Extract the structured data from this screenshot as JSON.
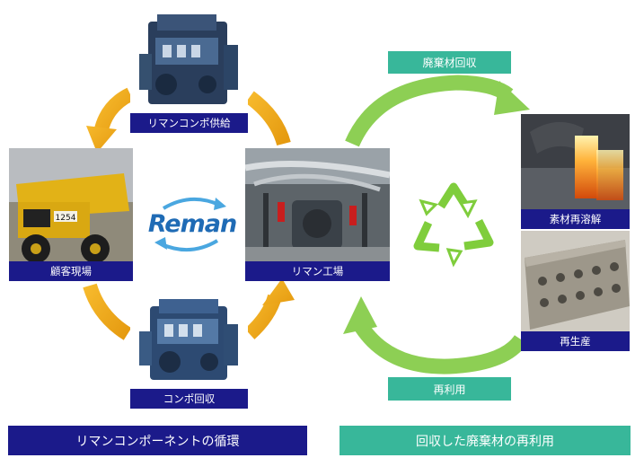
{
  "left_cycle": {
    "supply_label": "リマンコンポ供給",
    "site_label": "顧客現場",
    "factory_label": "リマン工場",
    "collect_label": "コンポ回収",
    "logo_text": "Reman",
    "banner": "リマンコンポーネントの循環"
  },
  "right_cycle": {
    "waste_collect_tag": "廃棄材回収",
    "melt_label": "素材再溶解",
    "reproduce_label": "再生産",
    "reuse_tag": "再利用",
    "banner": "回収した廃棄材の再利用"
  },
  "truck": {
    "number_plate": "1254"
  },
  "colors": {
    "navy": "#1b1a8a",
    "teal": "#38b79a",
    "orange_arrow": "#f0a81a",
    "green_arrow": "#8dcf54",
    "reman_blue": "#1f6bb5"
  }
}
